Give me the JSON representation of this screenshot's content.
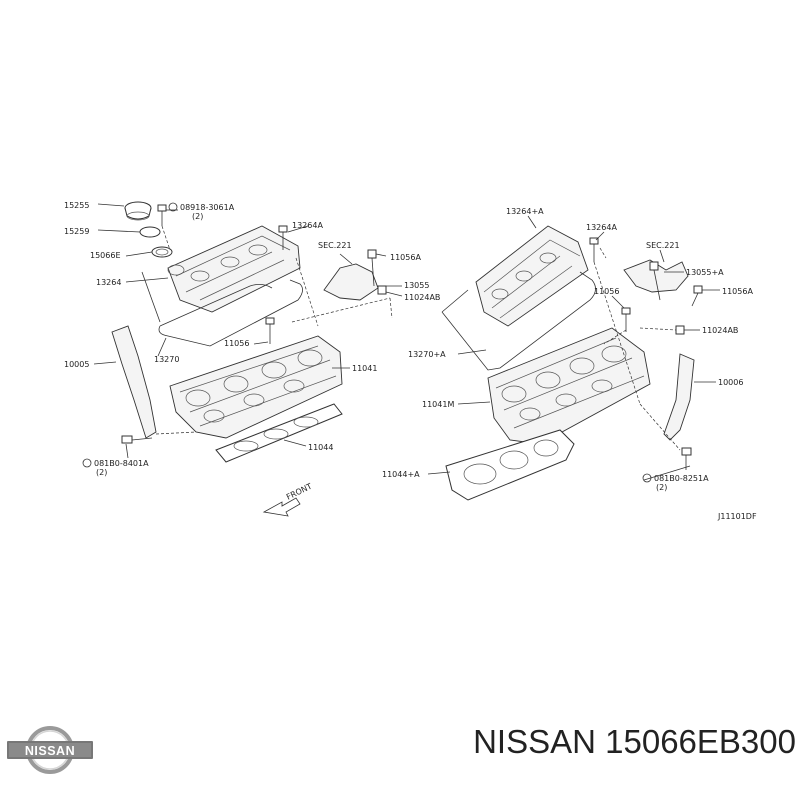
{
  "diagram": {
    "code": "J11101DF",
    "front_arrow_label": "FRONT",
    "left_labels": {
      "l15255": "15255",
      "l15259": "15259",
      "l15066e": "15066E",
      "l13264": "13264",
      "l13270": "13270",
      "l10005": "10005",
      "l11056": "11056",
      "l11041": "11041",
      "l11044": "11044",
      "l13264a": "13264A",
      "lsec221": "SEC.221",
      "l11056a": "11056A",
      "l13055": "13055",
      "l11024ab": "11024AB",
      "bolt_top_code": "08918-3061A",
      "bolt_top_qty": "(2)",
      "bolt_bottom_code": "081B0-8401A",
      "bolt_bottom_qty": "(2)"
    },
    "right_labels": {
      "r13264a_plus": "13264+A",
      "r13264a": "13264A",
      "rsec221": "SEC.221",
      "r13055a_plus": "13055+A",
      "r11056": "11056",
      "r11056a": "11056A",
      "r11024ab": "11024AB",
      "r13270a_plus": "13270+A",
      "r11041m": "11041M",
      "r10006": "10006",
      "r11044a_plus": "11044+A",
      "bolt_code": "081B0-8251A",
      "bolt_qty": "(2)"
    }
  },
  "logo": {
    "text": "NISSAN"
  },
  "caption": {
    "brand": "NISSAN",
    "part_number": "15066EB300"
  }
}
